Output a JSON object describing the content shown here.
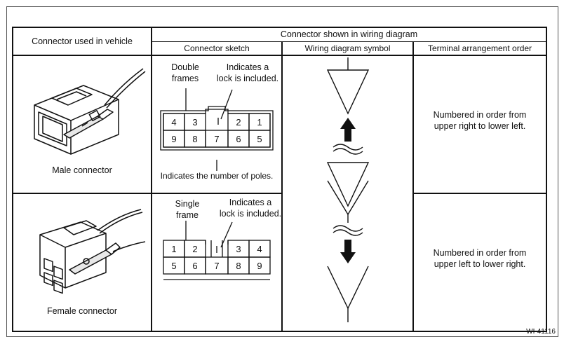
{
  "figure_id": "WI-41116",
  "header": {
    "vehicle_col": "Connector used in vehicle",
    "diagram_group": "Connector shown in wiring diagram",
    "sketch_col": "Connector sketch",
    "symbol_col": "Wiring diagram symbol",
    "order_col": "Terminal arrangement order"
  },
  "male": {
    "label": "Male connector",
    "frame_note_1": "Double",
    "frame_note_2": "frames",
    "lock_note_1": "Indicates a",
    "lock_note_2": "lock is included.",
    "poles_note": "Indicates the number of poles.",
    "pins_top": [
      "4",
      "3",
      "2",
      "1"
    ],
    "pins_bottom": [
      "9",
      "8",
      "7",
      "6",
      "5"
    ],
    "order_1": "Numbered in order from",
    "order_2": "upper right to lower left."
  },
  "female": {
    "label": "Female connector",
    "frame_note_1": "Single",
    "frame_note_2": "frame",
    "lock_note_1": "Indicates a",
    "lock_note_2": "lock is included.",
    "pins_top": [
      "1",
      "2",
      "3",
      "4"
    ],
    "pins_bottom": [
      "5",
      "6",
      "7",
      "8",
      "9"
    ],
    "order_1": "Numbered in order from",
    "order_2": "upper left to lower right."
  }
}
